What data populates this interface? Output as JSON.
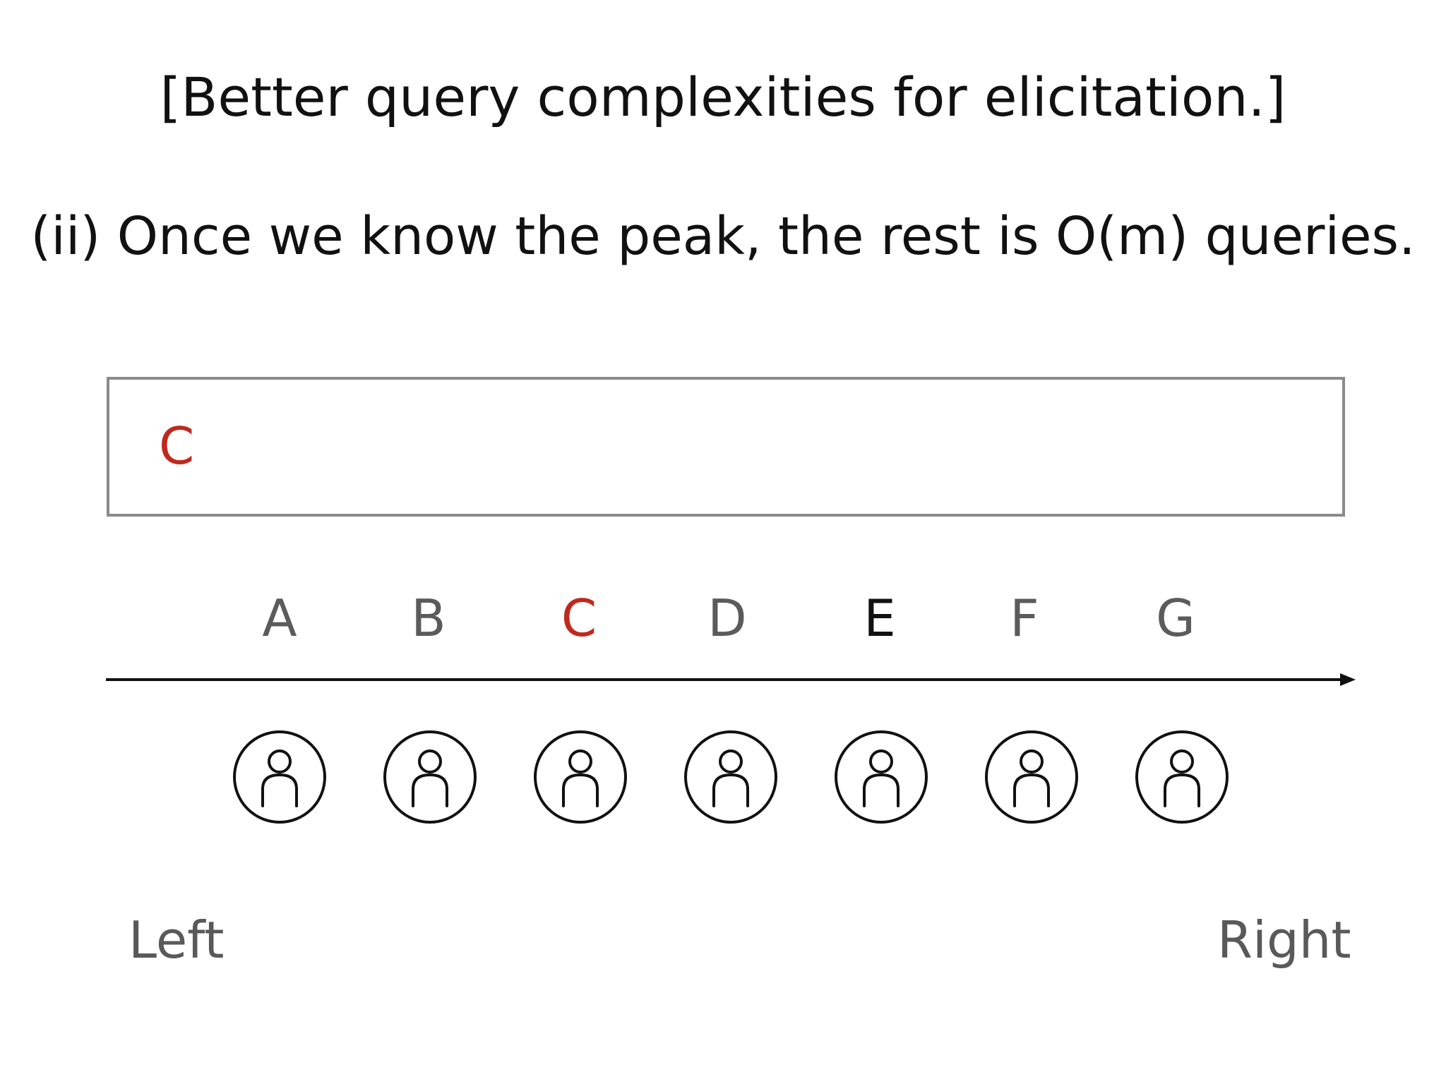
{
  "title": "[Better query complexities for elicitation.]",
  "subtitle": "(ii) Once we know the peak, the rest is O(m) queries.",
  "ranking_box": {
    "items": [
      "C"
    ]
  },
  "candidates": [
    {
      "label": "A",
      "color": "#5b5b5b"
    },
    {
      "label": "B",
      "color": "#5b5b5b"
    },
    {
      "label": "C",
      "color": "#c0281c"
    },
    {
      "label": "D",
      "color": "#5b5b5b"
    },
    {
      "label": "E",
      "color": "#111111"
    },
    {
      "label": "F",
      "color": "#5b5b5b"
    },
    {
      "label": "G",
      "color": "#5b5b5b"
    }
  ],
  "voters": [
    {
      "icon": "person-icon"
    },
    {
      "icon": "person-icon"
    },
    {
      "icon": "person-icon"
    },
    {
      "icon": "person-icon"
    },
    {
      "icon": "person-icon"
    },
    {
      "icon": "person-icon"
    },
    {
      "icon": "person-icon"
    }
  ],
  "axis": {
    "left_label": "Left",
    "right_label": "Right"
  },
  "colors": {
    "accent": "#c0281c",
    "box_border": "#8a8a8a",
    "text": "#111111",
    "muted": "#5b5b5b"
  }
}
